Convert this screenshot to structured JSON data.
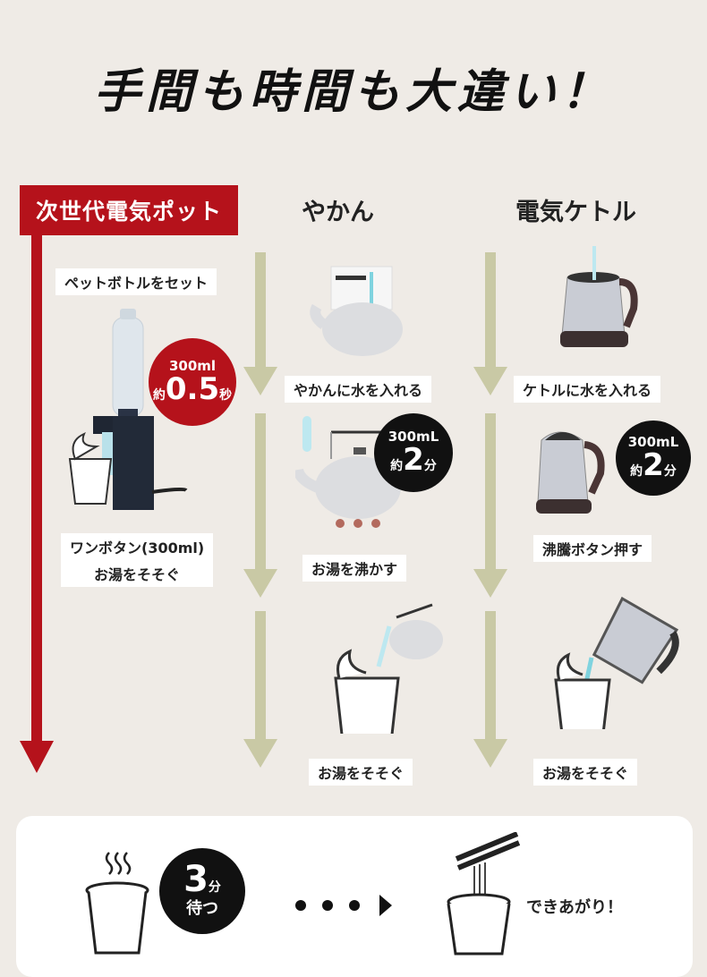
{
  "title": "手間も時間も大違い！",
  "colors": {
    "background": "#efebe6",
    "accent_red": "#b5121b",
    "arrow_olive": "#c9c9a5",
    "bubble_black": "#111111"
  },
  "columns": [
    {
      "header": "次世代電気ポット",
      "steps": [
        {
          "label": "ペットボトルをセット",
          "icon": "water-bottle-icon"
        },
        {
          "label_lines": [
            "ワンボタン(300ml)",
            "お湯をそそぐ"
          ],
          "icon": "water-server-icon",
          "bubble": {
            "volume": "300ml",
            "prefix": "約",
            "value": "0.5",
            "unit": "秒"
          }
        }
      ]
    },
    {
      "header": "やかん",
      "steps": [
        {
          "label": "やかんに水を入れる",
          "icon": "kettle-faucet-icon"
        },
        {
          "label": "お湯を沸かす",
          "icon": "kettle-stove-icon",
          "bubble": {
            "volume": "300mL",
            "prefix": "約",
            "value": "2",
            "unit": "分"
          }
        },
        {
          "label": "お湯をそそぐ",
          "icon": "pour-into-cup-icon"
        }
      ]
    },
    {
      "header": "電気ケトル",
      "steps": [
        {
          "label": "ケトルに水を入れる",
          "icon": "electric-kettle-faucet-icon"
        },
        {
          "label": "沸騰ボタン押す",
          "icon": "electric-kettle-icon",
          "bubble": {
            "volume": "300mL",
            "prefix": "約",
            "value": "2",
            "unit": "分"
          }
        },
        {
          "label": "お湯をそそぐ",
          "icon": "electric-kettle-pour-icon"
        }
      ]
    }
  ],
  "bottom": {
    "wait_bubble": {
      "value": "3",
      "unit": "分",
      "text": "待つ"
    },
    "done_label": "できあがり！"
  }
}
